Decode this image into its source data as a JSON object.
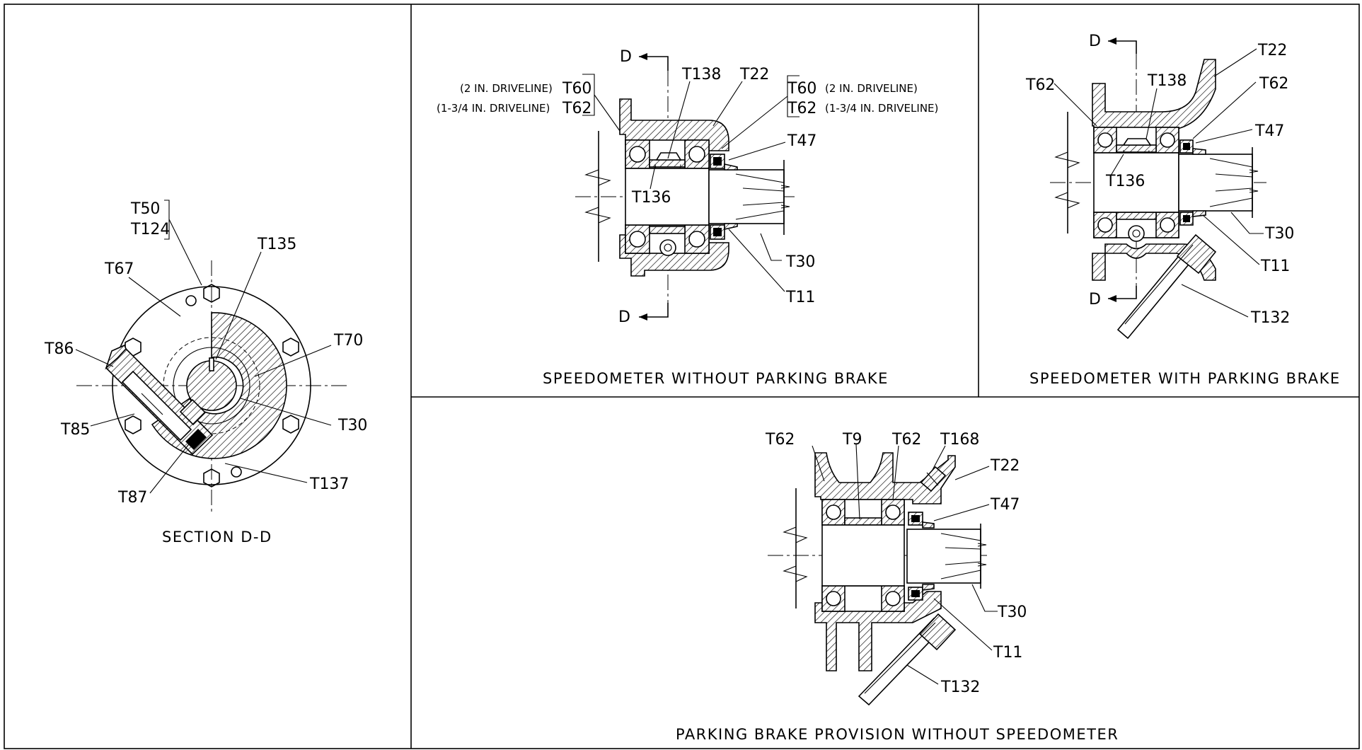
{
  "views": {
    "section_dd": {
      "caption": "SECTION D-D",
      "labels": {
        "t50": "T50",
        "t124": "T124",
        "t135": "T135",
        "t67": "T67",
        "t70": "T70",
        "t86": "T86",
        "t30": "T30",
        "t85": "T85",
        "t137": "T137",
        "t87": "T87"
      }
    },
    "without_brake": {
      "caption": "SPEEDOMETER WITHOUT PARKING BRAKE",
      "labels": {
        "d_top": "D",
        "d_bottom": "D",
        "t138": "T138",
        "t22": "T22",
        "t60_left": "T60",
        "t62_left": "T62",
        "t60_right": "T60",
        "t62_right": "T62",
        "t47": "T47",
        "t136": "T136",
        "t30": "T30",
        "t11": "T11"
      },
      "notes": {
        "left_2in": "(2 IN. DRIVELINE)",
        "left_134in": "(1-3/4 IN. DRIVELINE)",
        "right_2in": "(2 IN. DRIVELINE)",
        "right_134in": "(1-3/4 IN. DRIVELINE)"
      }
    },
    "with_brake": {
      "caption": "SPEEDOMETER WITH PARKING BRAKE",
      "labels": {
        "d_top": "D",
        "d_bottom": "D",
        "t22": "T22",
        "t62_left": "T62",
        "t138": "T138",
        "t62_right": "T62",
        "t47": "T47",
        "t136": "T136",
        "t30": "T30",
        "t11": "T11",
        "t132": "T132"
      }
    },
    "parking_provision": {
      "caption": "PARKING BRAKE PROVISION WITHOUT SPEEDOMETER",
      "labels": {
        "t62_left": "T62",
        "t9": "T9",
        "t62_mid": "T62",
        "t168": "T168",
        "t22": "T22",
        "t47": "T47",
        "t30": "T30",
        "t11": "T11",
        "t132": "T132"
      }
    }
  }
}
